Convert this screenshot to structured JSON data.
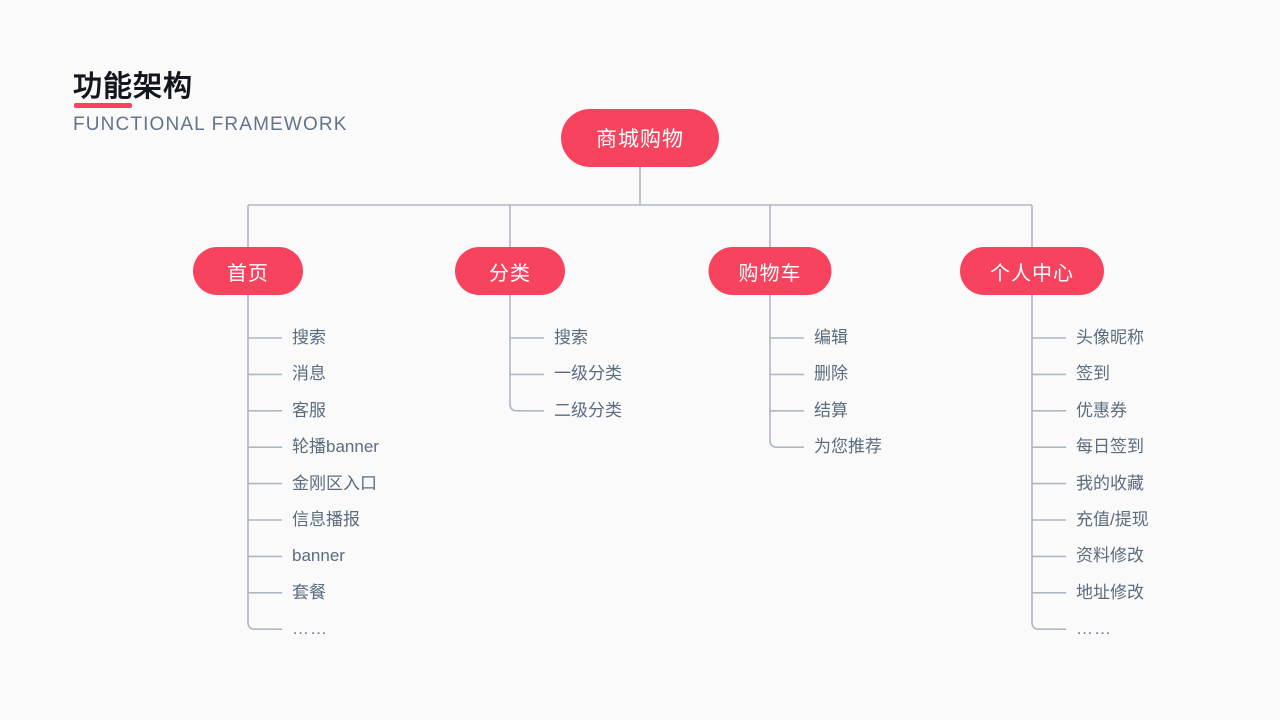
{
  "header": {
    "title": "功能架构",
    "subtitle": "FUNCTIONAL FRAMEWORK"
  },
  "colors": {
    "background": "#fafafa",
    "accent": "#f8435f",
    "node_text": "#ffffff",
    "leaf_text": "#5b6c7e",
    "title_text": "#12171d",
    "subtitle_text": "#63748a",
    "connector": "#aeb7c2"
  },
  "diagram": {
    "root": {
      "label": "商城购物"
    },
    "branches": [
      {
        "label": "首页",
        "leaves": [
          "搜索",
          "消息",
          "客服",
          "轮播banner",
          "金刚区入口",
          "信息播报",
          "banner",
          "套餐",
          "……"
        ]
      },
      {
        "label": "分类",
        "leaves": [
          "搜索",
          "一级分类",
          "二级分类"
        ]
      },
      {
        "label": "购物车",
        "leaves": [
          "编辑",
          "删除",
          "结算",
          "为您推荐"
        ]
      },
      {
        "label": "个人中心",
        "leaves": [
          "头像昵称",
          "签到",
          "优惠券",
          "每日签到",
          "我的收藏",
          "充值/提现",
          "资料修改",
          "地址修改",
          "……"
        ]
      }
    ]
  }
}
